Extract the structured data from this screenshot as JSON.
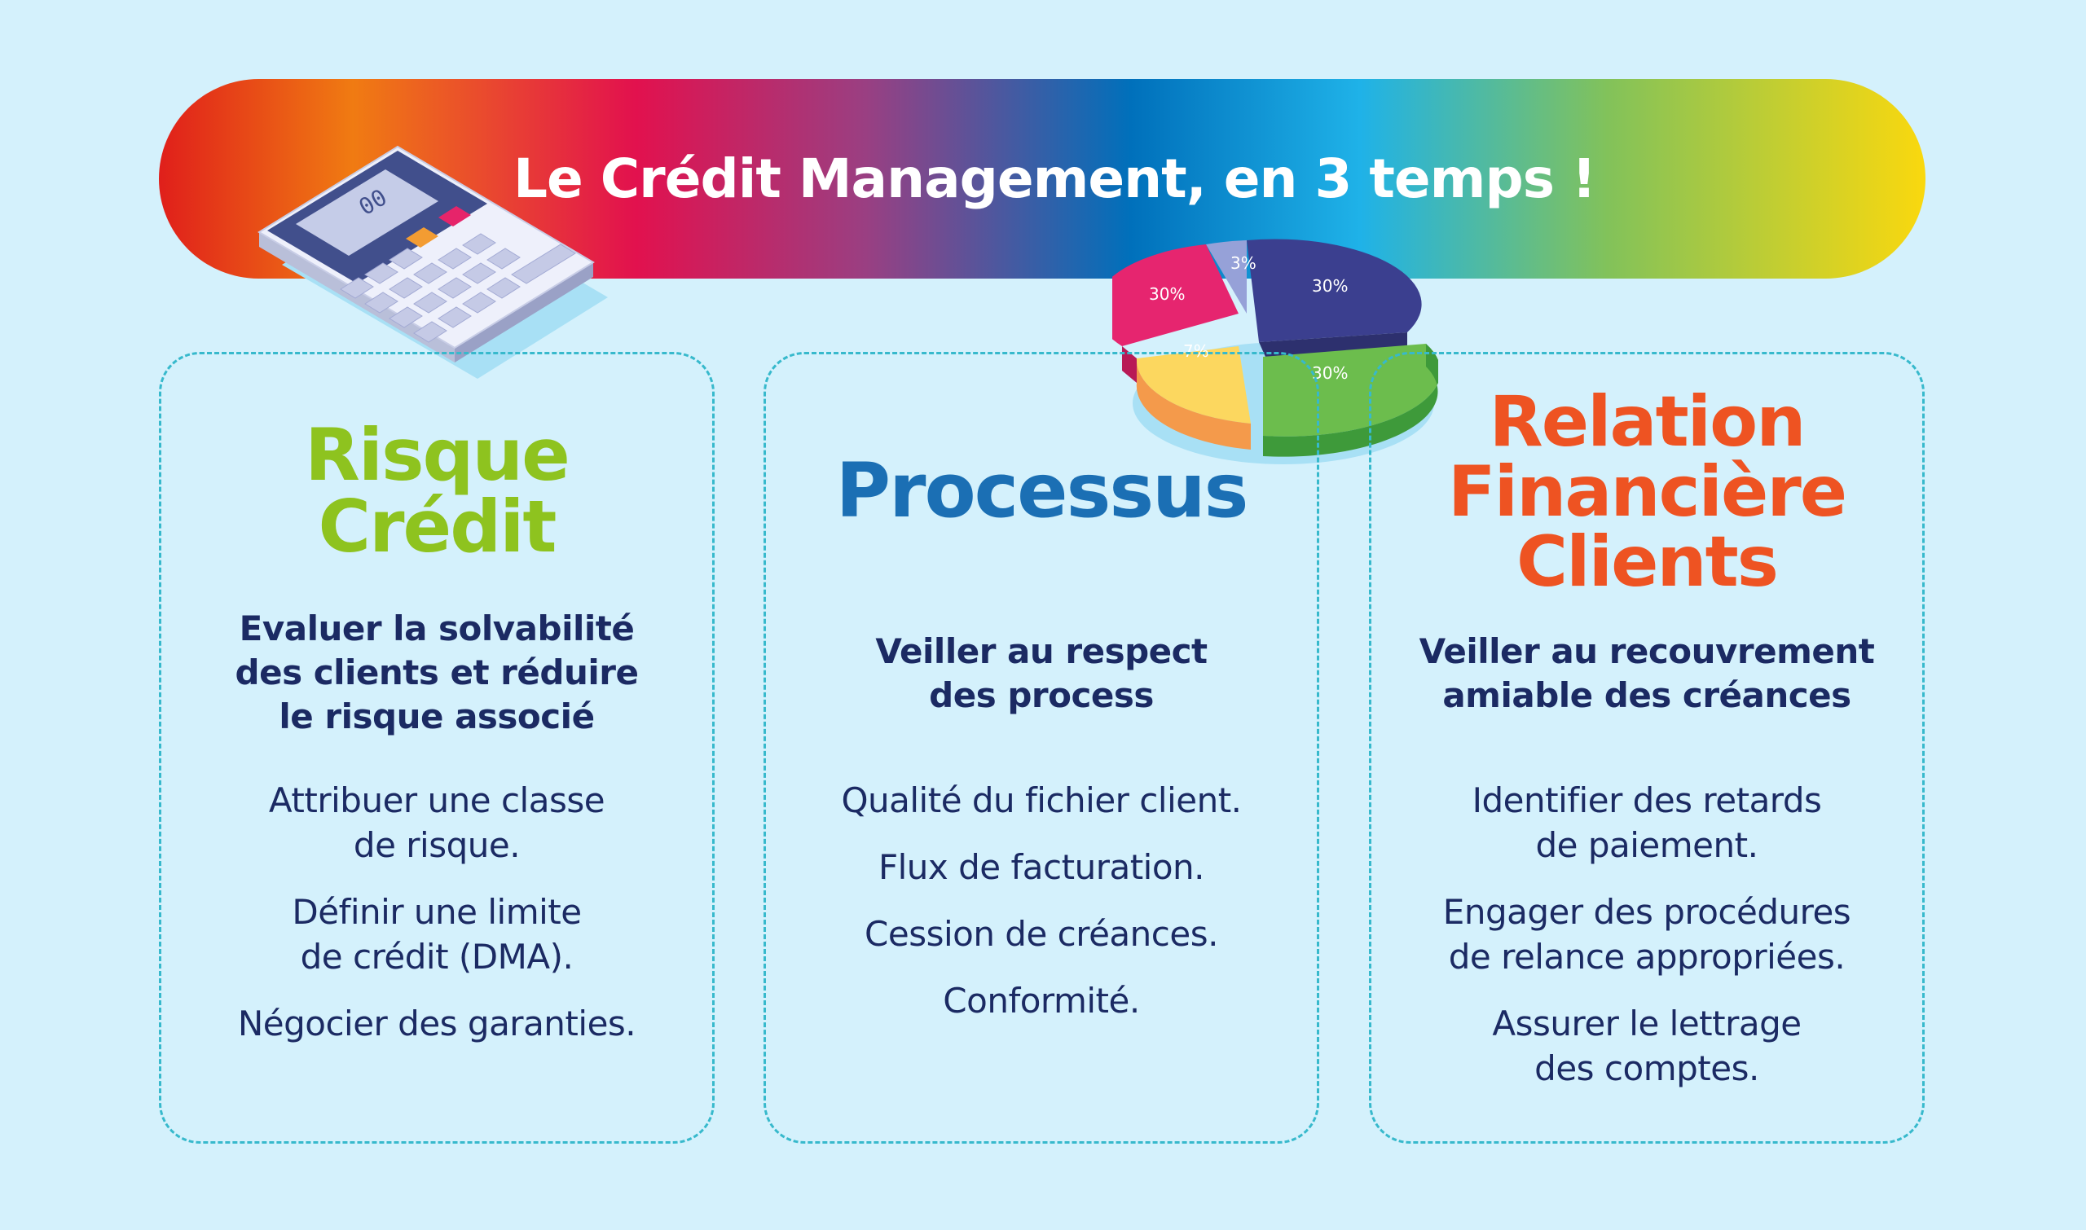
{
  "banner": {
    "title": "Le Crédit Management, en 3 temps !"
  },
  "calculator": {
    "display": "00"
  },
  "pie": {
    "labels": [
      "3%",
      "30%",
      "30%",
      "30%",
      "7%"
    ]
  },
  "cards": [
    {
      "title": [
        "Risque",
        "Crédit"
      ],
      "subtitle": [
        "Evaluer la solvabilité",
        "des clients et réduire",
        "le risque associé"
      ],
      "items": [
        [
          "Attribuer une classe",
          "de risque."
        ],
        [
          "Définir une limite",
          "de crédit (DMA)."
        ],
        [
          "Négocier des garanties."
        ]
      ]
    },
    {
      "title": [
        "Processus"
      ],
      "subtitle": [
        "Veiller au respect",
        "des process"
      ],
      "items": [
        [
          "Qualité du fichier client."
        ],
        [
          "Flux de facturation."
        ],
        [
          "Cession de créances."
        ],
        [
          "Conformité."
        ]
      ]
    },
    {
      "title": [
        "Relation",
        "Financière",
        "Clients"
      ],
      "subtitle": [
        "Veiller au recouvrement",
        "amiable des créances"
      ],
      "items": [
        [
          "Identifier des retards",
          "de paiement."
        ],
        [
          "Engager des procédures",
          "de relance appropriées."
        ],
        [
          "Assurer le lettrage",
          "des comptes."
        ]
      ]
    }
  ],
  "colors": {
    "background": "#d4f1fc",
    "card_border": "#37b9cc",
    "text_dark": "#1b2a63",
    "title_green": "#8ec31f",
    "title_blue": "#1b6fb4",
    "title_orange": "#ee5322"
  }
}
